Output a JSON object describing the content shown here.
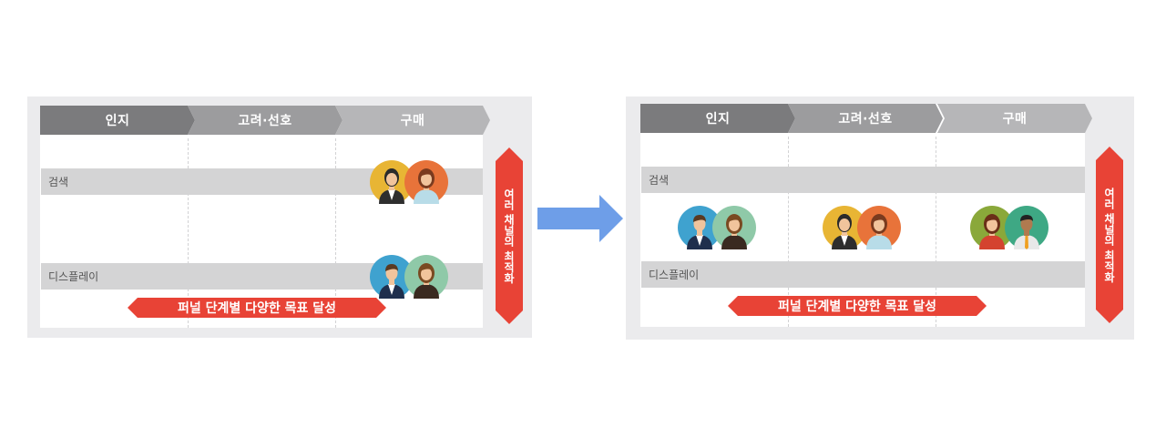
{
  "stages": [
    "인지",
    "고려·선호",
    "구매"
  ],
  "channels": {
    "search": "검색",
    "display": "디스플레이"
  },
  "funnel_goal": "퍼널 단계별 다양한 목표 달성",
  "channel_optimization": "여러 채널의 최적화",
  "avatar_icons": [
    "businesswoman-icon",
    "woman-icon",
    "businessman-icon",
    "man-icon"
  ],
  "colors": {
    "stage_1": "#7b7b7d",
    "stage_2": "#9c9c9e",
    "stage_3": "#b6b6b8",
    "accent_red": "#e84336",
    "transition_arrow": "#6e9ee8",
    "band": "#d4d4d5",
    "panel_bg": "#ebebed"
  }
}
